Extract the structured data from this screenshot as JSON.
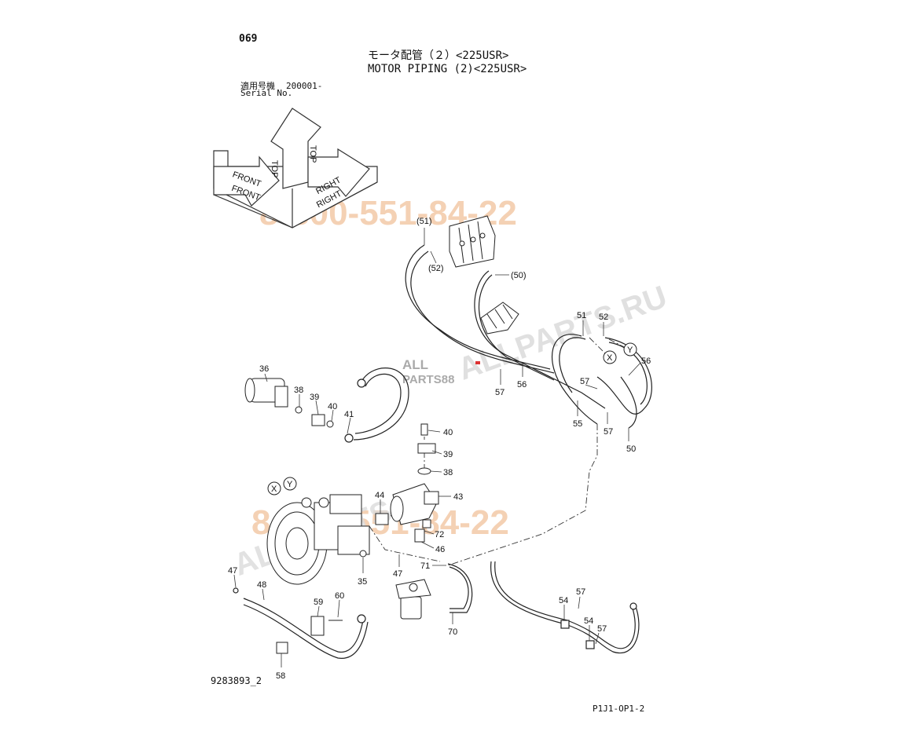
{
  "header": {
    "page_code": "069",
    "title_jp": "モータ配管（２）<225USR>",
    "title_en": "MOTOR PIPING (2)<225USR>",
    "serial_label_jp": "適用号機",
    "serial_label_en": "Serial No.",
    "serial_number": "200001-"
  },
  "orientation": {
    "top": "TOP",
    "front": "FRONT",
    "right": "RIGHT"
  },
  "watermarks": {
    "phone": "8-800-551-84-22",
    "site": "ALLPARTS.RU",
    "brand": "ALLPARTS",
    "logo_line1": "ALL",
    "logo_line2": "PARTS88"
  },
  "callouts": {
    "p51a": "(51)",
    "p52a": "(52)",
    "p50a": "(50)",
    "p51": "51",
    "p52": "52",
    "pY1": "Y",
    "pX1": "X",
    "p56a": "56",
    "p56b": "56",
    "p57a": "57",
    "p57b": "57",
    "p57c": "57",
    "p55": "55",
    "p50": "50",
    "p36": "36",
    "p38a": "38",
    "p39a": "39",
    "p40a": "40",
    "p41": "41",
    "p40b": "40",
    "p39b": "39",
    "p38b": "38",
    "pX2": "X",
    "pY2": "Y",
    "p44": "44",
    "p43": "43",
    "p72": "72",
    "p46": "46",
    "p71": "71",
    "p47a": "47",
    "p47b": "47",
    "p48": "48",
    "p35": "35",
    "p59": "59",
    "p60": "60",
    "p58": "58",
    "p70": "70",
    "p54a": "54",
    "p54b": "54",
    "p57d": "57",
    "p57e": "57"
  },
  "footer": {
    "drawing_id": "9283893_2",
    "sheet_code": "P1J1-OP1-2"
  }
}
